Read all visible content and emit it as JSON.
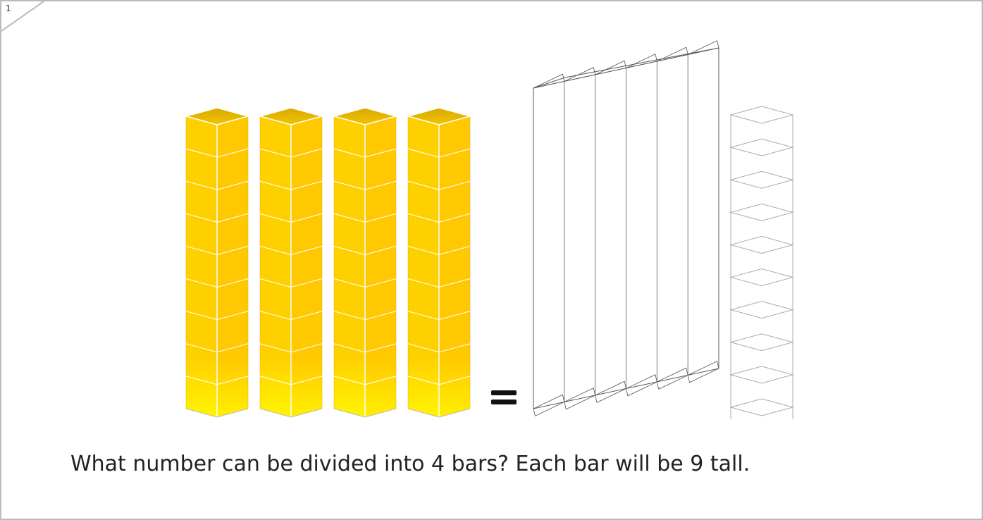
{
  "page": {
    "number": "1"
  },
  "question": {
    "text": "What number can be divided into 4 bars? Each bar will be 9 tall."
  },
  "equation": {
    "operator": "="
  },
  "cubes": {
    "bar_count": 4,
    "cubes_per_bar": 9,
    "colors": {
      "top": "#e6b800",
      "front": "#ffd200",
      "bottom_glow": "#fff200",
      "edge": "#ffffff",
      "outline": "#555555"
    }
  },
  "target_box": {
    "columns": 6,
    "stroke": "#555555"
  },
  "cube_ladder": {
    "cube_count": 9,
    "stroke": "#aaaaaa"
  }
}
